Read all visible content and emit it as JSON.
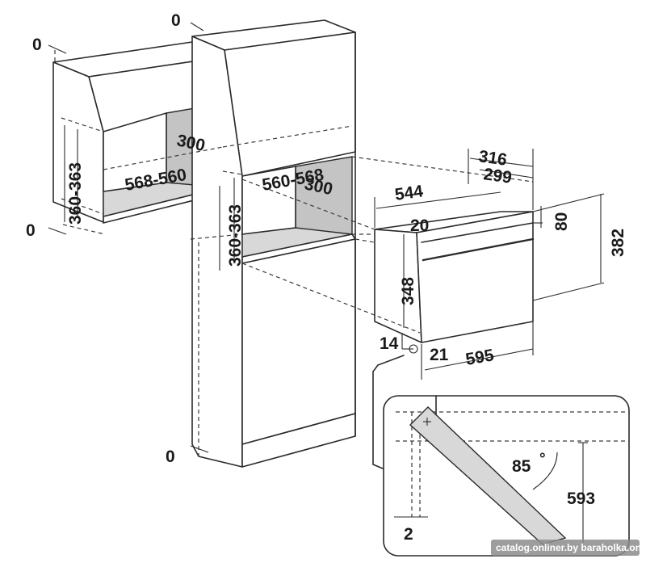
{
  "dimensions": {
    "top_left_zero": "0",
    "left_vertical": "360-363",
    "left_bottom_zero": "0",
    "left_depth": "300",
    "left_width": "568-560",
    "center_top_zero": "0",
    "center_width": "560-568",
    "center_depth": "300",
    "center_vertical_a": "360-363",
    "center_vertical_b": "360-363",
    "center_bottom_zero": "0",
    "oven_depth_a": "316",
    "oven_depth_b": "299",
    "oven_width_top": "544",
    "oven_offset": "20",
    "oven_panel": "80",
    "oven_total_height": "382",
    "oven_body_height": "348",
    "oven_left_gap": "14",
    "oven_bottom_gap": "21",
    "oven_width": "595",
    "door_angle": "85",
    "degree_symbol": "°",
    "door_height": "593",
    "door_gap": "2"
  },
  "watermark": "catalog.onliner.by  baraholka.onliner.by"
}
